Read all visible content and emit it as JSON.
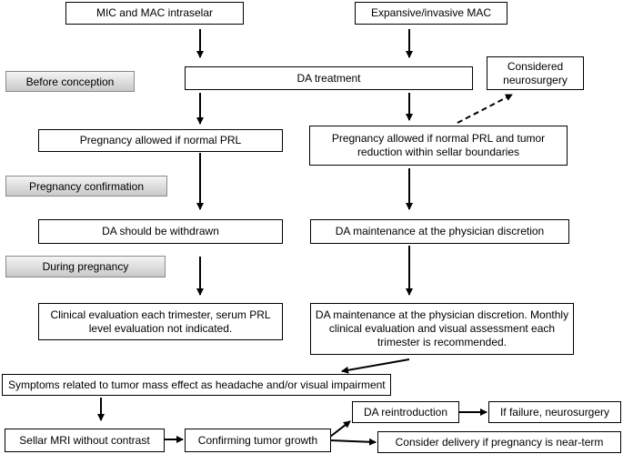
{
  "boxes": {
    "mic_mac": "MIC and MAC intraselar",
    "expansive_mac": "Expansive/invasive MAC",
    "da_treatment": "DA treatment",
    "considered_neurosurgery": "Considered neurosurgery",
    "pregnancy_allowed_left": "Pregnancy allowed if normal PRL",
    "pregnancy_allowed_right": "Pregnancy allowed if normal PRL and tumor reduction within sellar boundaries",
    "da_withdrawn": "DA should be withdrawn",
    "da_maintenance": "DA maintenance at the physician discretion",
    "clinical_evaluation": "Clinical evaluation each trimester, serum PRL level evaluation not indicated.",
    "da_maintenance_monthly": "DA maintenance at the physician discretion. Monthly clinical evaluation and visual assessment each trimester is recommended.",
    "symptoms": "Symptoms related to tumor mass effect as headache and/or visual impairment",
    "sellar_mri": "Sellar MRI without contrast",
    "confirming_growth": "Confirming tumor growth",
    "da_reintroduction": "DA reintroduction",
    "if_failure": "If failure, neurosurgery",
    "consider_delivery": "Consider delivery  if pregnancy is near-term"
  },
  "phase_labels": {
    "before_conception": "Before conception",
    "pregnancy_confirmation": "Pregnancy confirmation",
    "during_pregnancy": "During pregnancy"
  }
}
